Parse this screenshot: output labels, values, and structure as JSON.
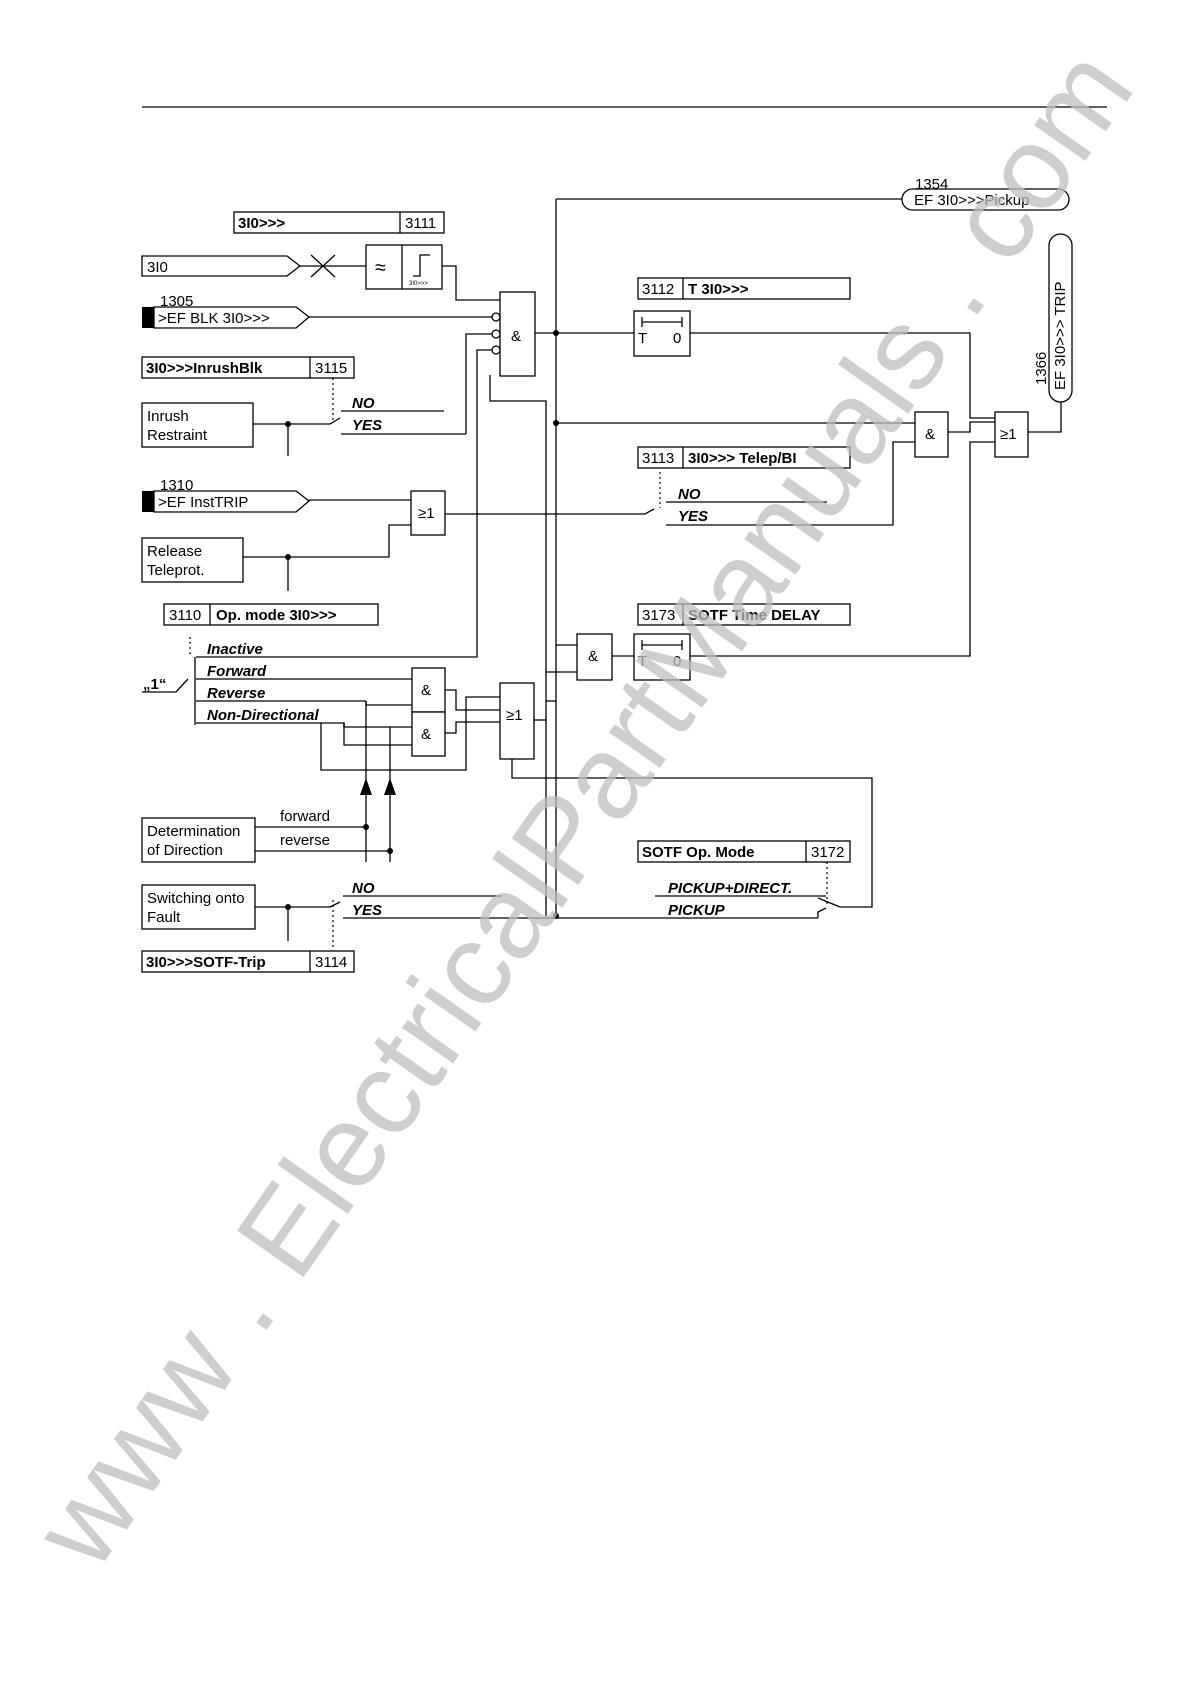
{
  "diagram": {
    "settings": {
      "s3111": {
        "name": "3I0>>>",
        "addr": "3111"
      },
      "s3115": {
        "name": "3I0>>>InrushBlk",
        "addr": "3115"
      },
      "s3110": {
        "addr": "3110",
        "name": "Op. mode 3I0>>>"
      },
      "s3114": {
        "name": "3I0>>>SOTF-Trip",
        "addr": "3114"
      },
      "s3112": {
        "addr": "3112",
        "name": "T 3I0>>>"
      },
      "s3113": {
        "addr": "3113",
        "name": "3I0>>> Telep/BI"
      },
      "s3173": {
        "addr": "3173",
        "name": "SOTF Time DELAY"
      },
      "s3172": {
        "name": "SOTF Op. Mode",
        "addr": "3172"
      }
    },
    "inputs": {
      "i3i0": {
        "label": "3I0"
      },
      "i1305": {
        "num": "1305",
        "label": ">EF BLK 3I0>>>"
      },
      "i1310": {
        "num": "1310",
        "label": ">EF InstTRIP"
      },
      "inrush": {
        "line1": "Inrush",
        "line2": "Restraint"
      },
      "release": {
        "line1": "Release",
        "line2": "Teleprot."
      },
      "direction": {
        "line1": "Determination",
        "line2": "of Direction",
        "out1": "forward",
        "out2": "reverse"
      },
      "sotf": {
        "line1": "Switching onto",
        "line2": "Fault"
      },
      "const1": "„1“"
    },
    "options": {
      "no": "NO",
      "yes": "YES",
      "inactive": "Inactive",
      "forward": "Forward",
      "reverse": "Reverse",
      "nondir": "Non-Directional",
      "pickupdirect": "PICKUP+DIRECT.",
      "pickup": "PICKUP"
    },
    "gates": {
      "and": "&",
      "or": "≥1"
    },
    "timer": {
      "t": "T",
      "zero": "0"
    },
    "filter": {
      "symbol": "≈",
      "level": "3I0>>>"
    },
    "outputs": {
      "o1354": {
        "num": "1354",
        "label": "EF 3I0>>>Pickup"
      },
      "o1366": {
        "num": "1366",
        "label": "EF 3I0>>> TRIP"
      }
    }
  },
  "watermark": "www . ElectricalPartManuals . com"
}
